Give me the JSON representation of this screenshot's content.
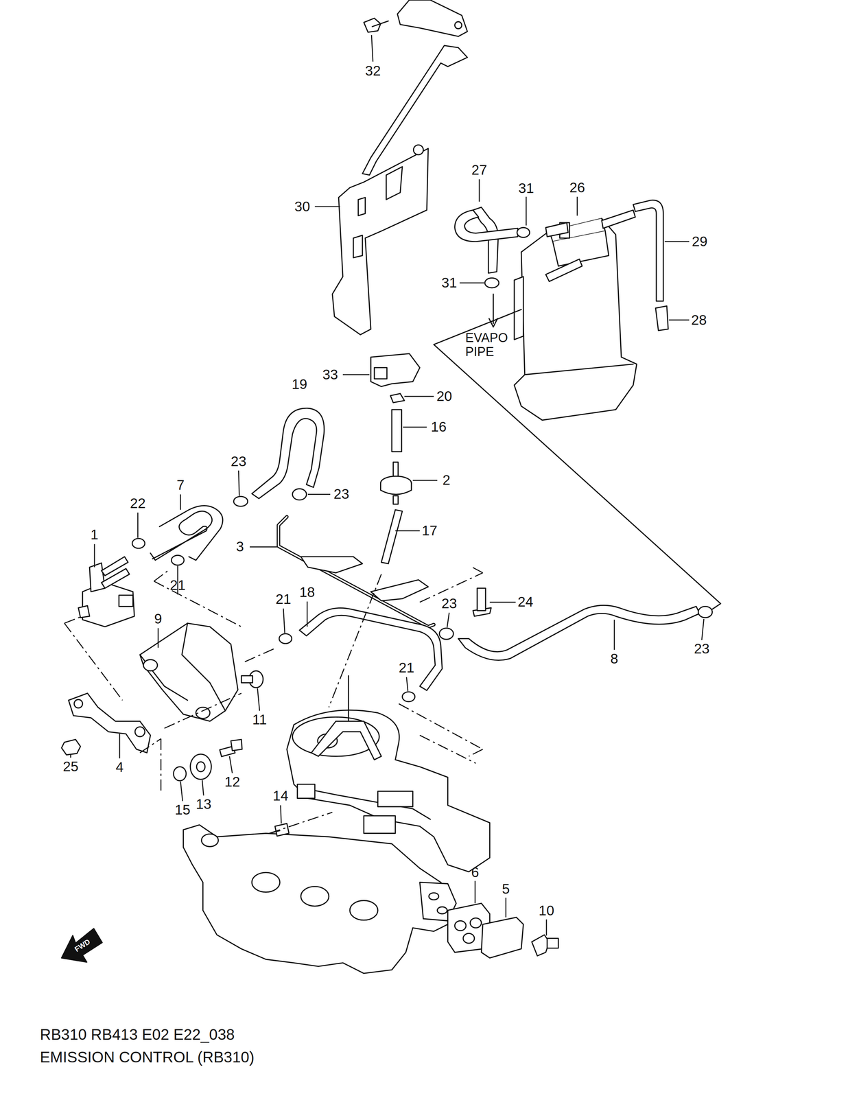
{
  "diagram": {
    "labels": [
      "32",
      "30",
      "27",
      "31",
      "26",
      "29",
      "31",
      "EVAPO PIPE",
      "28",
      "33",
      "20",
      "19",
      "16",
      "23",
      "23",
      "2",
      "7",
      "22",
      "1",
      "3",
      "17",
      "21",
      "18",
      "23",
      "24",
      "9",
      "21",
      "8",
      "23",
      "21",
      "11",
      "25",
      "4",
      "12",
      "15",
      "13",
      "14",
      "6",
      "5",
      "10",
      "FWD",
      "RB310 RB413 E02 E22_038",
      "EMISSION CONTROL (RB310)"
    ]
  }
}
